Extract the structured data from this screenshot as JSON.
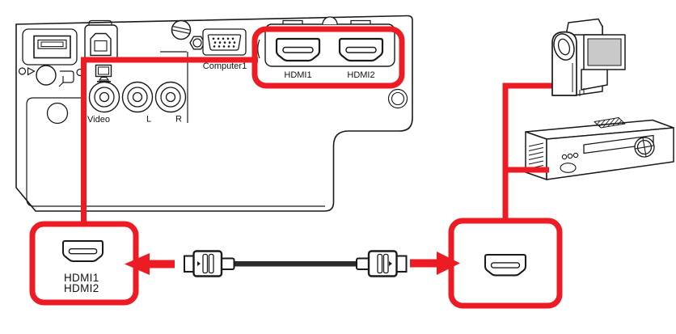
{
  "diagram": {
    "colors": {
      "accent_red": "#ed1c24",
      "line": "#1a1a1a",
      "screen_gray": "#c9c9c9",
      "cable_black": "#2b2b2b"
    },
    "projector_panel": {
      "computer_port_label": "Computer1",
      "hdmi1_port_label": "HDMI1",
      "hdmi2_port_label": "HDMI2",
      "video_jack_label": "Video",
      "audio_left_label": "L",
      "audio_right_label": "R"
    },
    "hdmi_callout": {
      "line1": "HDMI1",
      "line2": "HDMI2"
    }
  }
}
